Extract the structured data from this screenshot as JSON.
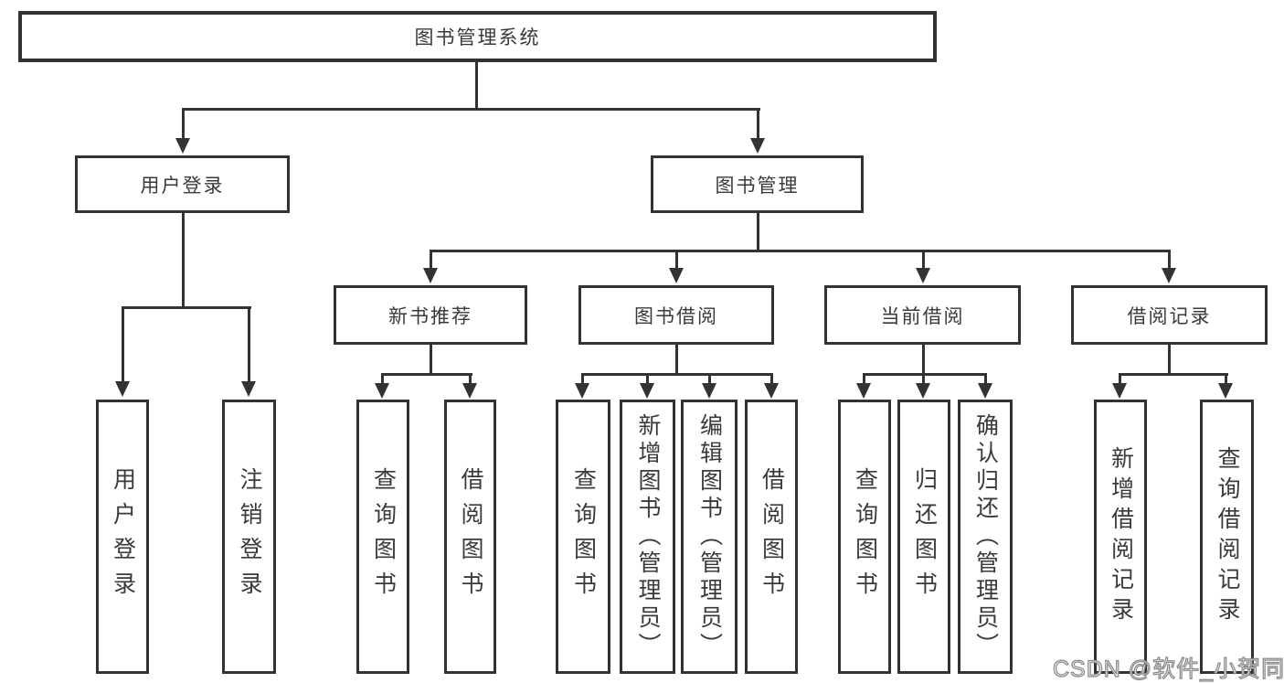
{
  "diagram": {
    "root": {
      "label": "图书管理系统"
    },
    "children": [
      {
        "label": "用户登录",
        "children": [
          {
            "label": "用户登录"
          },
          {
            "label": "注销登录"
          }
        ]
      },
      {
        "label": "图书管理",
        "children": [
          {
            "label": "新书推荐",
            "children": [
              {
                "label": "查询图书"
              },
              {
                "label": "借阅图书"
              }
            ]
          },
          {
            "label": "图书借阅",
            "children": [
              {
                "label": "查询图书"
              },
              {
                "label": "新增图书（管理员）"
              },
              {
                "label": "编辑图书（管理员）"
              },
              {
                "label": "借阅图书"
              }
            ]
          },
          {
            "label": "当前借阅",
            "children": [
              {
                "label": "查询图书"
              },
              {
                "label": "归还图书"
              },
              {
                "label": "确认归还（管理员）"
              }
            ]
          },
          {
            "label": "借阅记录",
            "children": [
              {
                "label": "新增借阅记录"
              },
              {
                "label": "查询借阅记录"
              }
            ]
          }
        ]
      }
    ]
  },
  "watermark": {
    "text": "CSDN @软件_小贺同学"
  },
  "colors": {
    "line": "#333333",
    "box_background": "#ffffff",
    "text": "#3a3a3a",
    "watermark_fill": "#f2f2f2",
    "watermark_outline": "#8a8a8a"
  }
}
